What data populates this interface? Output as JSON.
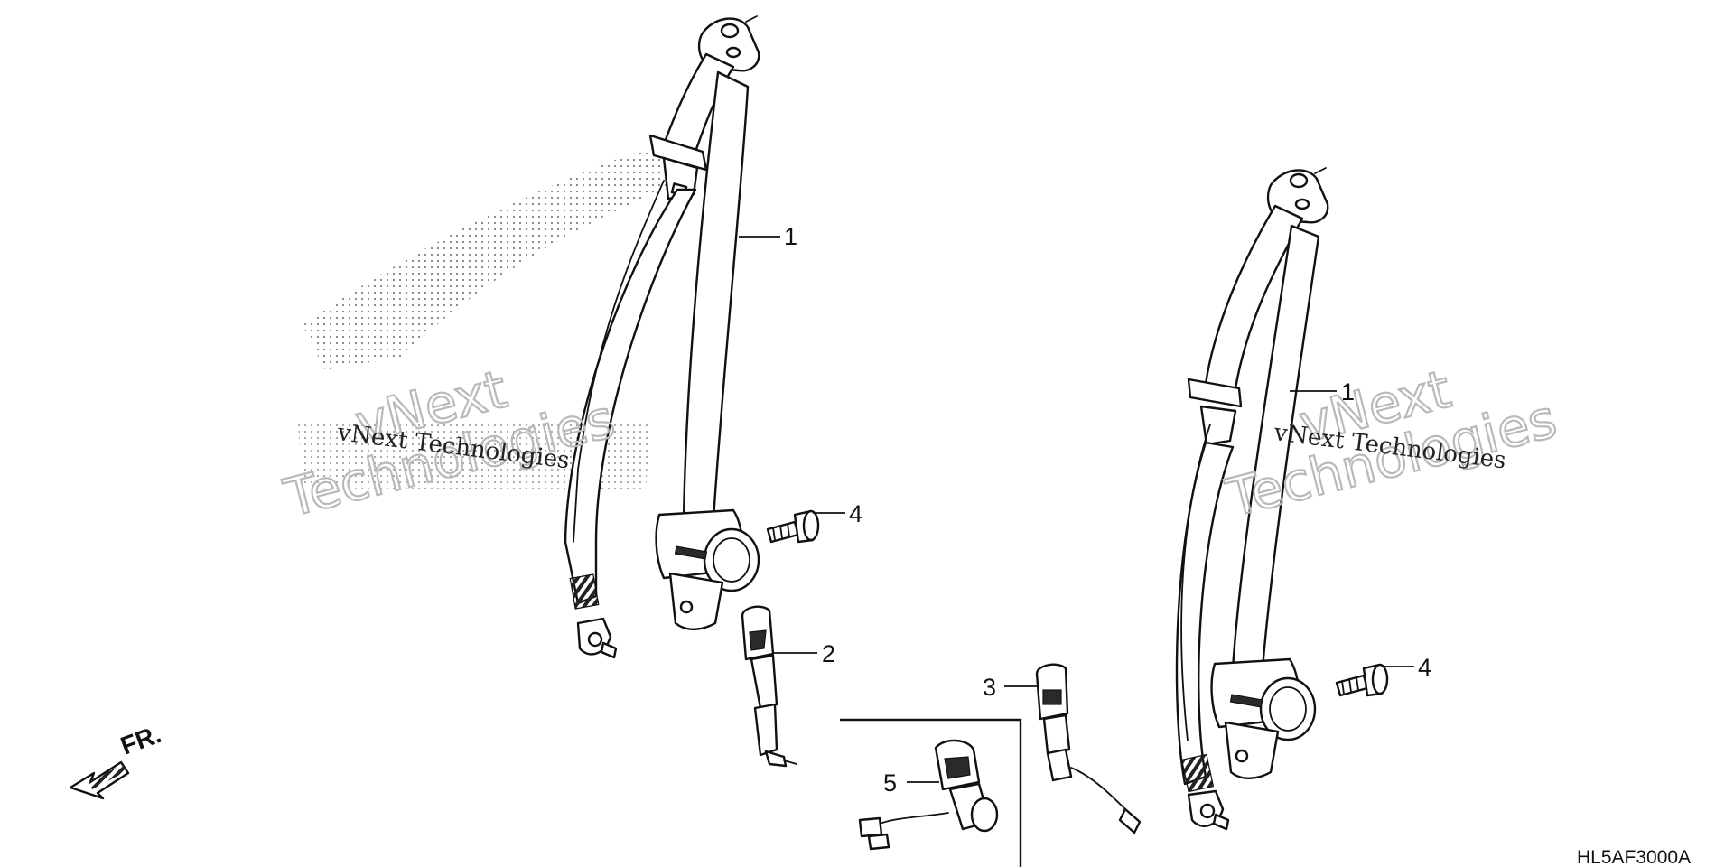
{
  "diagram": {
    "callouts": {
      "belt_left": "1",
      "belt_right": "1",
      "buckle_left": "2",
      "buckle_right": "3",
      "bolt_left": "4",
      "bolt_right": "4",
      "buckle_center": "5"
    },
    "direction_label": "FR.",
    "diagram_code": "HL5AF3000A",
    "watermark": {
      "small": "vNext Technologies",
      "large_line1": "vNext",
      "large_line2": "Technologies"
    }
  }
}
